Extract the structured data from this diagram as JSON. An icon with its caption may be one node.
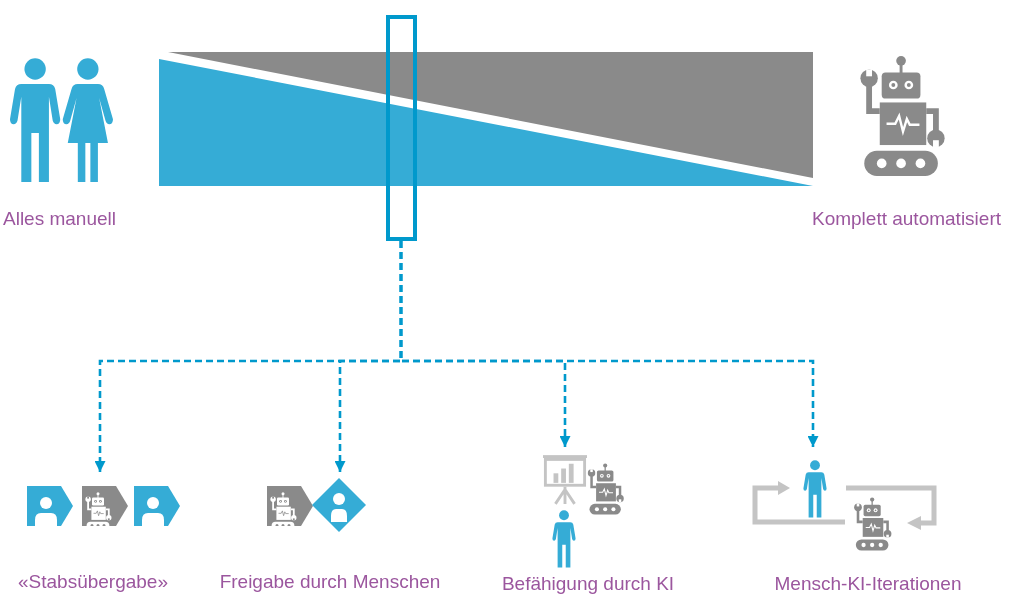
{
  "diagram": {
    "nodes": [
      {
        "text": [],
        "shape": "box"
      },
      {
        "text": [
          "«Stabsübergabe»"
        ]
      },
      {
        "text": [
          "Freigabe durch Menschen"
        ]
      },
      {
        "text": [
          "Befähigung durch KI"
        ]
      },
      {
        "text": [
          "Mensch-KI-Iterationen"
        ]
      }
    ],
    "edges": [
      {
        "from": 0,
        "to": 1,
        "arrow": "to",
        "style": "dashed"
      },
      {
        "from": 0,
        "to": 2,
        "arrow": "to",
        "style": "dashed"
      },
      {
        "from": 0,
        "to": 3,
        "arrow": "to",
        "style": "dashed"
      },
      {
        "from": 0,
        "to": 4,
        "arrow": "to",
        "style": "dashed"
      }
    ],
    "labels": [
      "Alles manuell",
      "Komplett automatisiert"
    ]
  }
}
